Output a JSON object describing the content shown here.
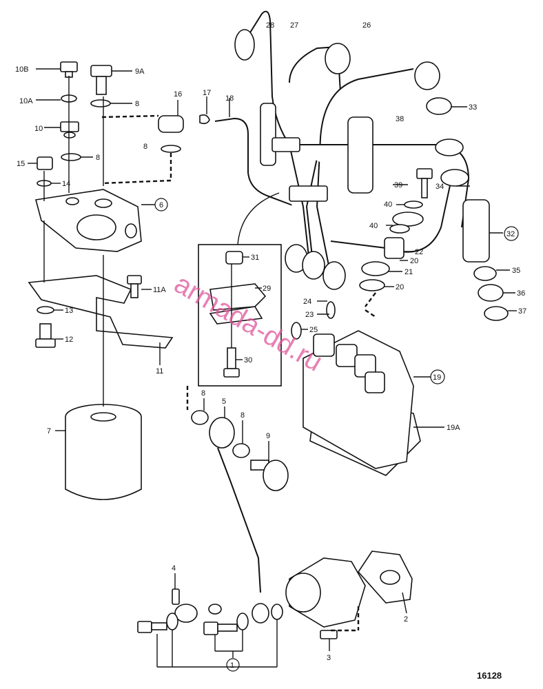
{
  "labels": {
    "p1": "1",
    "p2": "2",
    "p3": "3",
    "p4": "4",
    "p5": "5",
    "p6": "6",
    "p7": "7",
    "p8a": "8",
    "p8b": "8",
    "p8c": "8",
    "p8d": "8",
    "p8e": "8",
    "p9": "9",
    "p9a": "9A",
    "p10": "10",
    "p10a": "10A",
    "p10b": "10B",
    "p11": "11",
    "p11a": "11A",
    "p12": "12",
    "p13": "13",
    "p14": "14",
    "p15": "15",
    "p16": "16",
    "p17": "17",
    "p18": "18",
    "p19": "19",
    "p19a": "19A",
    "p20a": "20",
    "p20b": "20",
    "p21": "21",
    "p22": "22",
    "p23": "23",
    "p24": "24",
    "p25": "25",
    "p26": "26",
    "p27": "27",
    "p28": "28",
    "p29": "29",
    "p30": "30",
    "p31": "31",
    "p32": "32",
    "p33": "33",
    "p34": "34",
    "p35": "35",
    "p36": "36",
    "p37": "37",
    "p38": "38",
    "p39": "39",
    "p40a": "40",
    "p40b": "40"
  },
  "watermark": "armada-dd.ru",
  "figure_number": "16128"
}
